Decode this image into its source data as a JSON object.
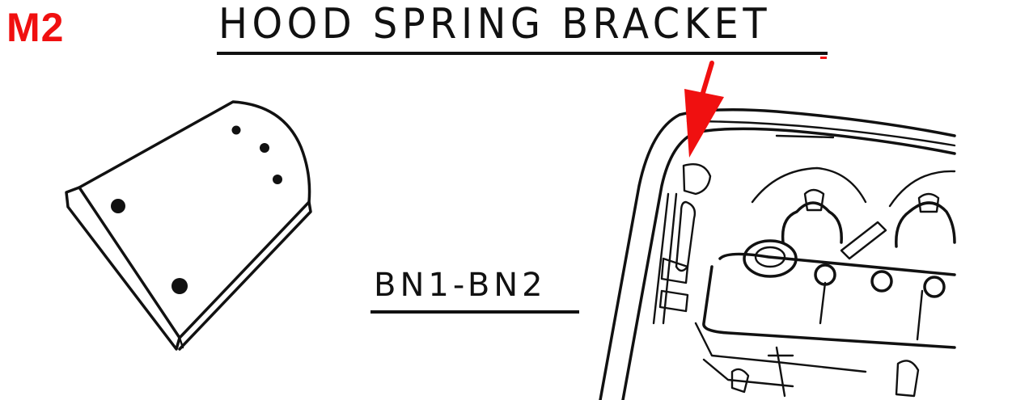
{
  "code": "M2",
  "title": "HOOD SPRING BRACKET",
  "model": "BN1-BN2",
  "colors": {
    "accent": "#f01010",
    "ink": "#111111",
    "background": "#ffffff"
  }
}
